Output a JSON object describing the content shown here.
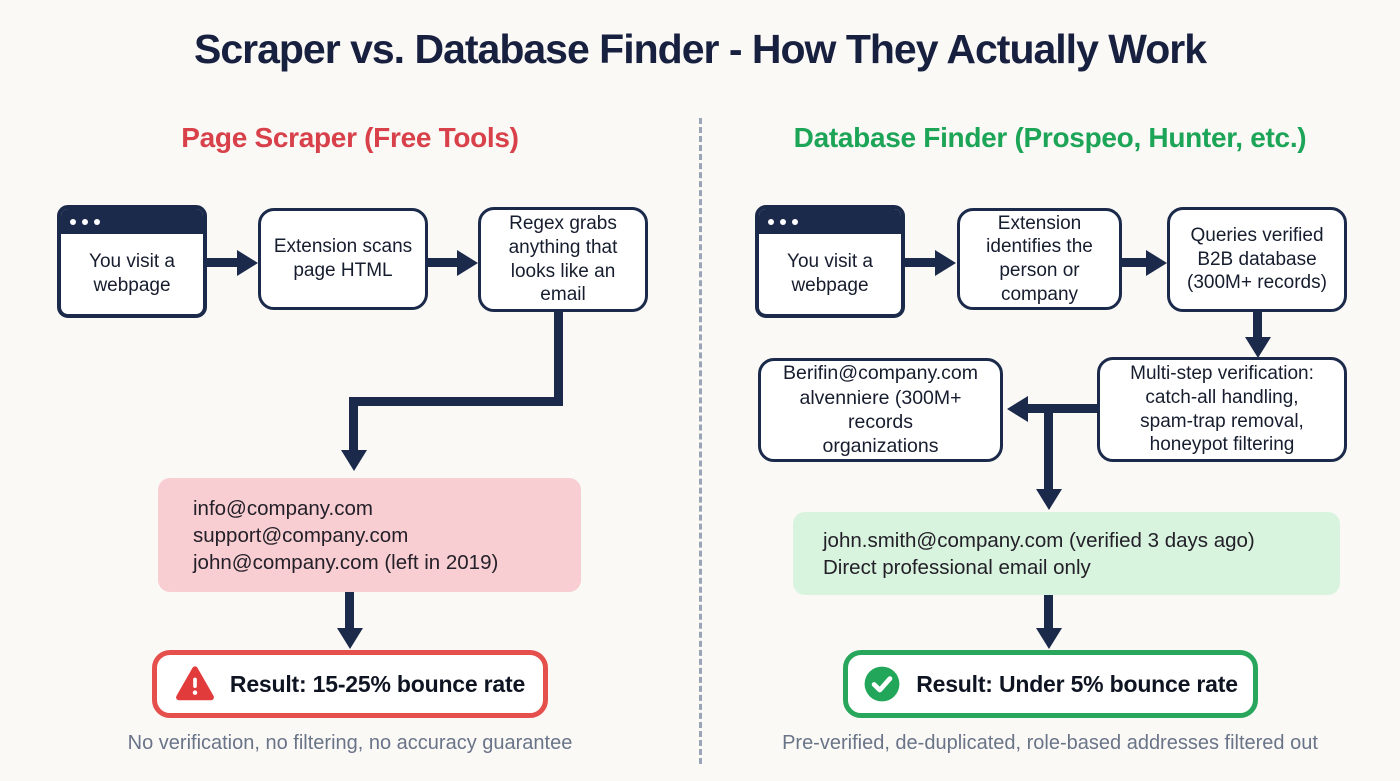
{
  "title": "Scraper vs. Database Finder - How They Actually Work",
  "colors": {
    "background": "#FAF9F6",
    "navy": "#1B2A4A",
    "red_accent": "#D8404A",
    "green_accent": "#1CA457",
    "pink_fill": "#F8CED2",
    "green_fill": "#D9F4DE",
    "footer_gray": "#6A7488"
  },
  "left": {
    "header": "Page Scraper (Free Tools)",
    "flow": [
      "You visit a webpage",
      "Extension scans page HTML",
      "Regex grabs anything that looks like an email"
    ],
    "scraped_emails": [
      "info@company.com",
      "support@company.com",
      "john@company.com (left in 2019)"
    ],
    "result": "Result: 15-25% bounce rate",
    "footer": "No verification, no filtering, no accuracy guarantee"
  },
  "right": {
    "header": "Database Finder (Prospeo, Hunter, etc.)",
    "flow": [
      "You visit a webpage",
      "Extension identifies the person or company",
      "Queries verified B2B database (300M+ records)"
    ],
    "verification_lines": [
      "Multi-step verification:",
      "catch-all handling,",
      "spam-trap removal,",
      "honeypot filtering"
    ],
    "database_lines": [
      "Berifin@company.com",
      "alvenniere (300M+ records",
      "organizations"
    ],
    "verified_email_lines": [
      "john.smith@company.com (verified 3 days ago)",
      "Direct professional email only"
    ],
    "result": "Result: Under 5% bounce rate",
    "footer": "Pre-verified, de-duplicated, role-based addresses filtered out"
  }
}
